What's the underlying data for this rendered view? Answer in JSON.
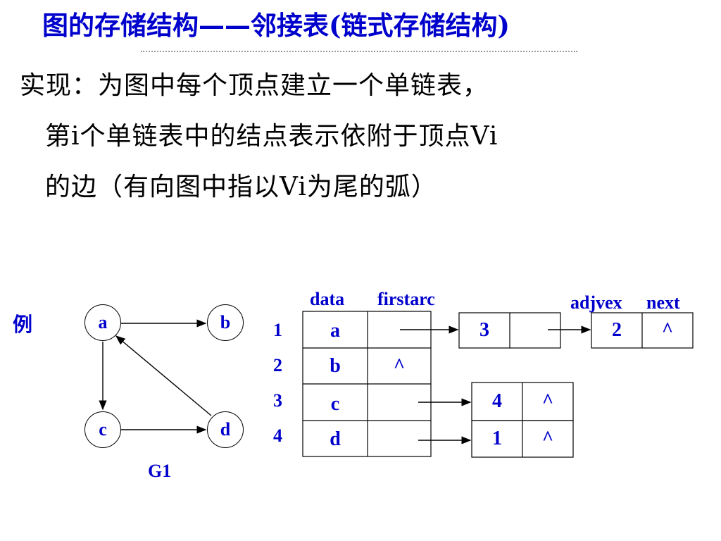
{
  "title": "图的存储结构——邻接表(链式存储结构)",
  "body": {
    "line1": "实现：为图中每个顶点建立一个单链表，",
    "line2": "第i个单链表中的结点表示依附于顶点Vi",
    "line3": "的边（有向图中指以Vi为尾的弧）"
  },
  "example_label": "例",
  "graph": {
    "name": "G1",
    "vertices": [
      "a",
      "b",
      "c",
      "d"
    ],
    "edges": [
      [
        "a",
        "b"
      ],
      [
        "a",
        "c"
      ],
      [
        "c",
        "d"
      ],
      [
        "d",
        "a"
      ]
    ]
  },
  "headers": {
    "data": "data",
    "firstarc": "firstarc",
    "adjvex": "adjvex",
    "next": "next"
  },
  "rows": [
    {
      "index": "1",
      "data": "a",
      "firstarc": ""
    },
    {
      "index": "2",
      "data": "b",
      "firstarc": "^"
    },
    {
      "index": "3",
      "data": "c",
      "firstarc": ""
    },
    {
      "index": "4",
      "data": "d",
      "firstarc": ""
    }
  ],
  "arc_nodes": [
    {
      "adjvex": "3",
      "next": ""
    },
    {
      "adjvex": "2",
      "next": "^"
    },
    {
      "adjvex": "4",
      "next": "^"
    },
    {
      "adjvex": "1",
      "next": "^"
    }
  ],
  "colors": {
    "accent": "#0000cc",
    "text": "#000000"
  }
}
